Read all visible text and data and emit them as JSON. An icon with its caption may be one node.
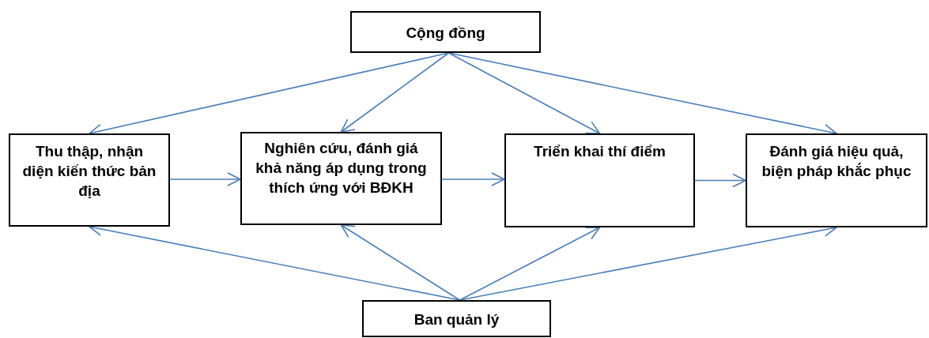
{
  "diagram": {
    "nodes": [
      {
        "text": [
          "Cộng đồng"
        ]
      },
      {
        "text": [
          "Thu thập, nhận diện kiến thức bản địa"
        ]
      },
      {
        "text": [
          "Nghiên cứu, đánh giá khả năng áp dụng trong thích ứng với BĐKH"
        ]
      },
      {
        "text": [
          "Triển khai thí điểm"
        ]
      },
      {
        "text": [
          "Đánh giá hiệu quả, biện pháp khắc phục"
        ]
      },
      {
        "text": [
          "Ban quản lý"
        ]
      }
    ],
    "edges": [
      {
        "from": 0,
        "to": 1,
        "arrow": "to"
      },
      {
        "from": 0,
        "to": 2,
        "arrow": "to"
      },
      {
        "from": 0,
        "to": 3,
        "arrow": "to"
      },
      {
        "from": 0,
        "to": 4,
        "arrow": "to"
      },
      {
        "from": 1,
        "to": 2,
        "arrow": "to"
      },
      {
        "from": 2,
        "to": 3,
        "arrow": "to"
      },
      {
        "from": 3,
        "to": 4,
        "arrow": "to"
      },
      {
        "from": 5,
        "to": 1,
        "arrow": "to"
      },
      {
        "from": 5,
        "to": 2,
        "arrow": "to"
      },
      {
        "from": 5,
        "to": 3,
        "arrow": "to"
      },
      {
        "from": 5,
        "to": 4,
        "arrow": "to"
      }
    ]
  }
}
